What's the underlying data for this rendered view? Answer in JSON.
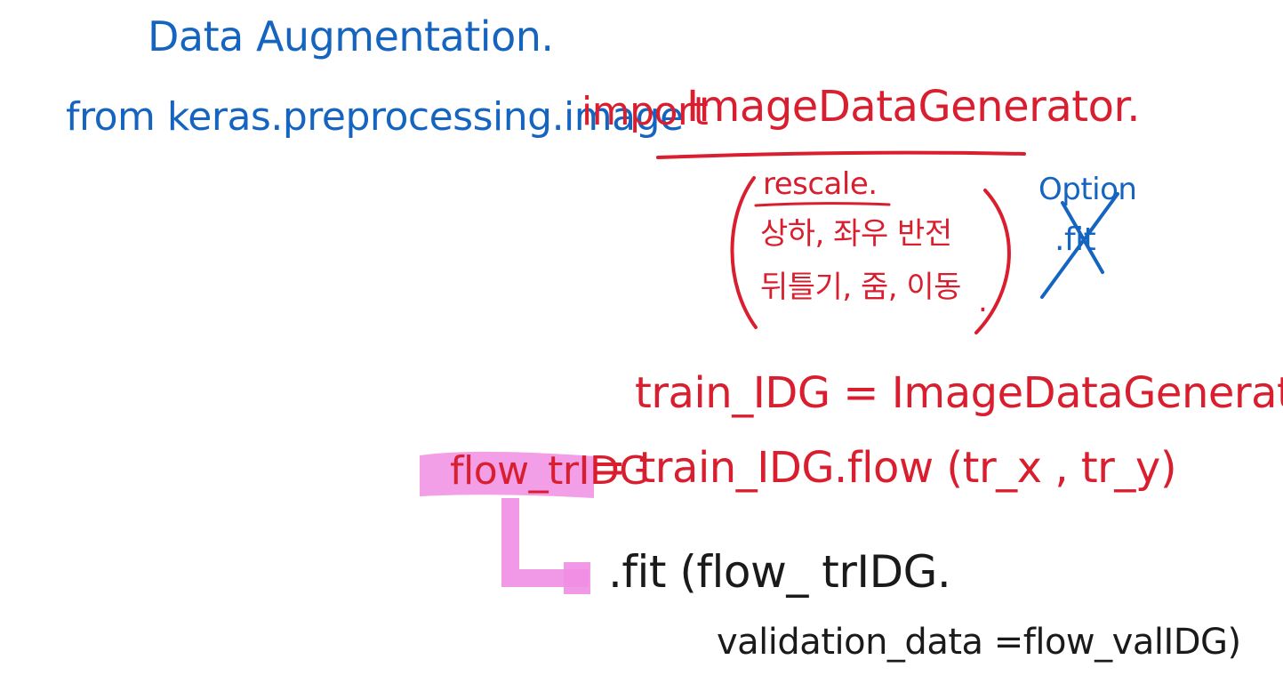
{
  "colors": {
    "blue_ink": "#1565c0",
    "red_ink": "#d81e2f",
    "black_ink": "#1a1a1a",
    "pink_highlight": "#f08ee3"
  },
  "title": "Data Augmentation.",
  "import_line": {
    "from_part": "from keras.preprocessing.image",
    "import_keyword": "import",
    "class_name": "ImageDataGenerator."
  },
  "options_box": {
    "item_1": "rescale.",
    "item_2": "상하, 좌우 반전",
    "item_3": "뒤틀기, 줌, 이동",
    "trailing_dot": "."
  },
  "side_note": {
    "option_label": "Option",
    "crossed_text": ".fit"
  },
  "code": {
    "line_1": "train_IDG = ImageDataGenerator.",
    "line_2_lhs": "flow_trIDG",
    "line_2_rhs": "= train_IDG.flow (tr_x , tr_y)",
    "line_3": ".fit (flow_ trIDG.",
    "line_4": "validation_data =flow_valIDG)"
  }
}
